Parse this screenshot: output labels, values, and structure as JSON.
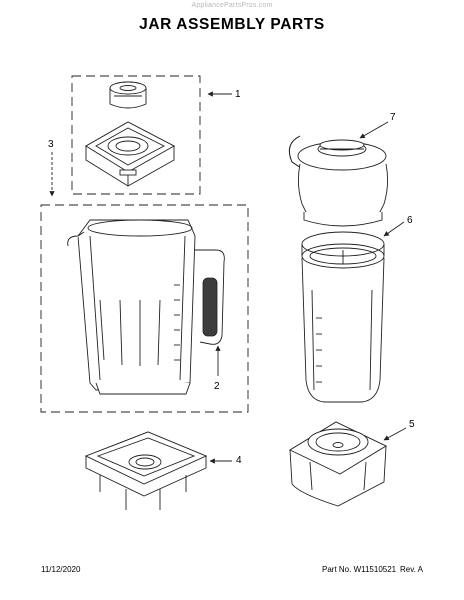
{
  "watermark": "AppliancePartsPros.com",
  "title": "JAR ASSEMBLY PARTS",
  "callouts": [
    "1",
    "2",
    "3",
    "4",
    "5",
    "6",
    "7"
  ],
  "footer": {
    "date": "11/12/2020",
    "part_number": "Part No. W11510521",
    "revision": "Rev. A"
  },
  "colors": {
    "line": "#222222",
    "handle_grip": "#3d3d3d",
    "watermark": "#b8b8b8"
  }
}
